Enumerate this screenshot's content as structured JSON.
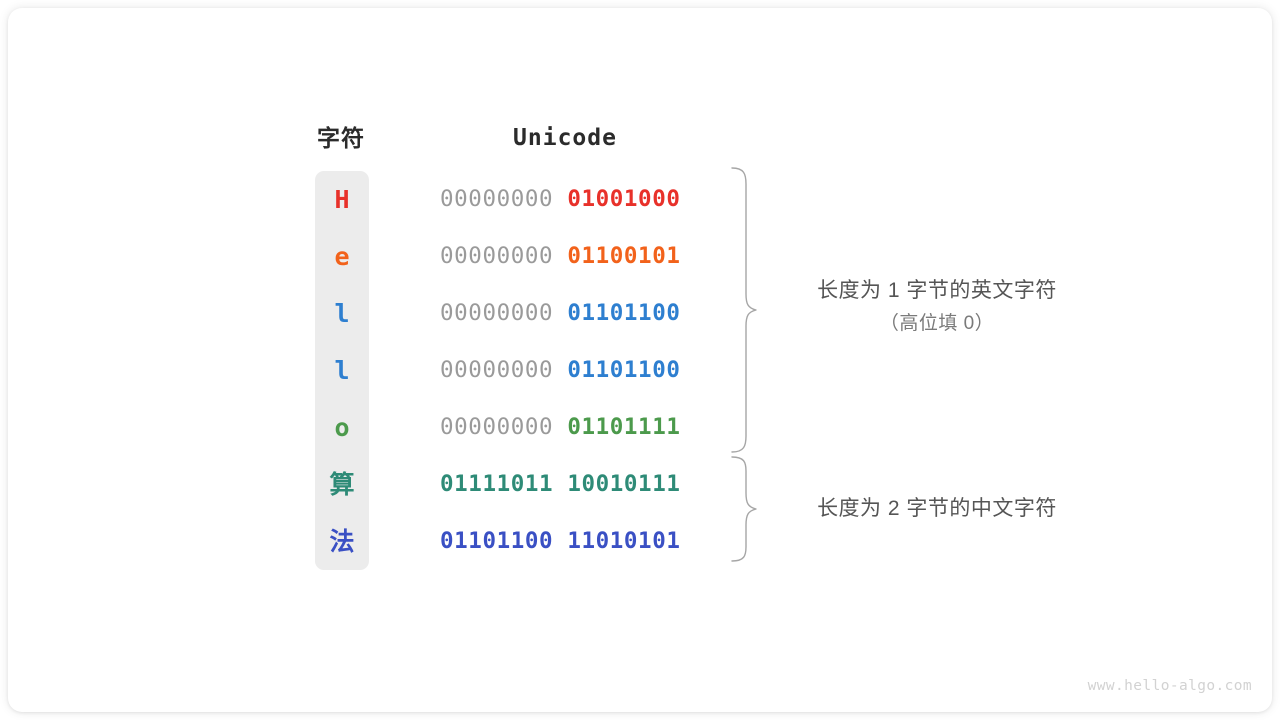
{
  "figure": {
    "headers": {
      "char": "字符",
      "unicode": "Unicode"
    },
    "rows": [
      {
        "char": "H",
        "color": "#E8312A",
        "pad": "00000000 ",
        "bits": "01001000",
        "cjk": false
      },
      {
        "char": "e",
        "color": "#F2621B",
        "pad": "00000000 ",
        "bits": "01100101",
        "cjk": false
      },
      {
        "char": "l",
        "color": "#2E7FD0",
        "pad": "00000000 ",
        "bits": "01101100",
        "cjk": false
      },
      {
        "char": "l",
        "color": "#2E7FD0",
        "pad": "00000000 ",
        "bits": "01101100",
        "cjk": false
      },
      {
        "char": "o",
        "color": "#4C9A4C",
        "pad": "00000000 ",
        "bits": "01101111",
        "cjk": false
      },
      {
        "char": "算",
        "color": "#2E8B77",
        "pad": "",
        "bits": "01111011 10010111",
        "cjk": true
      },
      {
        "char": "法",
        "color": "#3A50C4",
        "pad": "",
        "bits": "01101100 11010101",
        "cjk": true
      }
    ],
    "annotations": [
      {
        "line1": "长度为 1 字节的英文字符",
        "line2": "（高位填 0）"
      },
      {
        "line1": "长度为 2 字节的中文字符",
        "line2": ""
      }
    ],
    "watermark": "www.hello-algo.com",
    "colors": {
      "column_background": "#ECECEC",
      "pad_text": "#9A9A9A",
      "brace_stroke": "#A6A6A6",
      "header_text": "#2B2B2B",
      "annotation_text": "#555555"
    }
  }
}
